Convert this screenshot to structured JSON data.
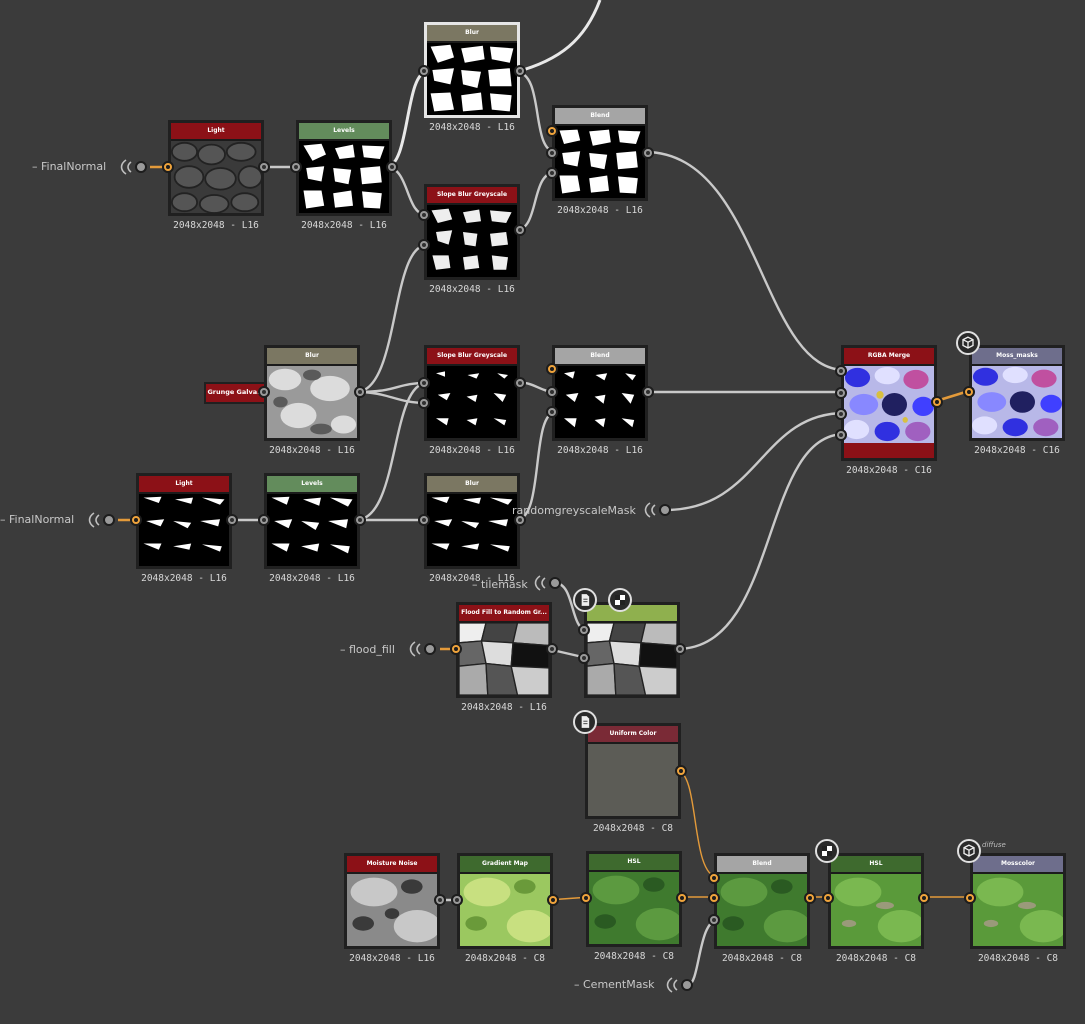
{
  "nodes": {
    "light1": {
      "title": "Light",
      "resolution": "2048x2048 - L16",
      "header_color": "#8c1117"
    },
    "levels1": {
      "title": "Levels",
      "resolution": "2048x2048 - L16",
      "header_color": "#638c5c"
    },
    "blur1": {
      "title": "Blur",
      "resolution": "2048x2048 - L16",
      "header_color": "#7b7762"
    },
    "slope1": {
      "title": "Slope Blur Greyscale",
      "resolution": "2048x2048 - L16",
      "header_color": "#8c1117"
    },
    "blend1": {
      "title": "Blend",
      "resolution": "2048x2048 - L16",
      "header_color": "#a5a5a5"
    },
    "blur2": {
      "title": "Blur",
      "resolution": "2048x2048 - L16",
      "header_color": "#7b7762"
    },
    "slope2": {
      "title": "Slope Blur Greyscale",
      "resolution": "2048x2048 - L16",
      "header_color": "#8c1117"
    },
    "blend2": {
      "title": "Blend",
      "resolution": "2048x2048 - L16",
      "header_color": "#a5a5a5"
    },
    "rgba": {
      "title": "RGBA Merge",
      "resolution": "2048x2048 - C16",
      "header_color": "#8c1117"
    },
    "mossmasks": {
      "title": "Moss_masks",
      "resolution": "2048x2048 - C16",
      "header_color": "#6e6e8c"
    },
    "light2": {
      "title": "Light",
      "resolution": "2048x2048 - L16",
      "header_color": "#8c1117"
    },
    "levels2": {
      "title": "Levels",
      "resolution": "2048x2048 - L16",
      "header_color": "#638c5c"
    },
    "blur3": {
      "title": "Blur",
      "resolution": "2048x2048 - L16",
      "header_color": "#7b7762"
    },
    "flood": {
      "title": "Flood Fill to Random Gr...",
      "resolution": "2048x2048 - L16",
      "header_color": "#8c1117"
    },
    "multiply": {
      "title": "",
      "resolution": "",
      "header_color": "#8fb04e"
    },
    "uniform": {
      "title": "Uniform Color",
      "resolution": "2048x2048 - C8",
      "header_color": "#7a2a36"
    },
    "moisture": {
      "title": "Moisture Noise",
      "resolution": "2048x2048 - L16",
      "header_color": "#8c1117"
    },
    "gradient": {
      "title": "Gradient Map",
      "resolution": "2048x2048 - C8",
      "header_color": "#3e6a2e"
    },
    "hsl1": {
      "title": "HSL",
      "resolution": "2048x2048 - C8",
      "header_color": "#3e6a2e"
    },
    "blend3": {
      "title": "Blend",
      "resolution": "2048x2048 - C8",
      "header_color": "#a5a5a5"
    },
    "hsl2": {
      "title": "HSL",
      "resolution": "2048x2048 - C8",
      "header_color": "#3e6a2e"
    },
    "mosscolor": {
      "title": "Mosscolor",
      "resolution": "2048x2048 - C8",
      "header_color": "#6e6e8c"
    }
  },
  "inputs": {
    "final_normal_1": "– FinalNormal",
    "final_normal_2": "– FinalNormal",
    "grunge": "Grunge Galva...",
    "random_mask": "randomgreyscaleMask",
    "tilemask": "– tilemask",
    "flood_fill": "– flood_fill",
    "cement_mask": "– CementMask"
  },
  "ghost_labels": {
    "diffuse": "diffuse"
  },
  "icons": {
    "mossmasks_badge": "cube-icon",
    "mosscolor_badge": "cube-icon",
    "multiply_doc": "document-icon",
    "multiply_checker": "checker-icon",
    "uniform_doc": "document-icon",
    "hsl2_checker": "checker-icon"
  },
  "colors": {
    "canvas": "#3b3b3b",
    "link_grey": "#c9c9c9",
    "link_orange": "#f0a43c"
  }
}
